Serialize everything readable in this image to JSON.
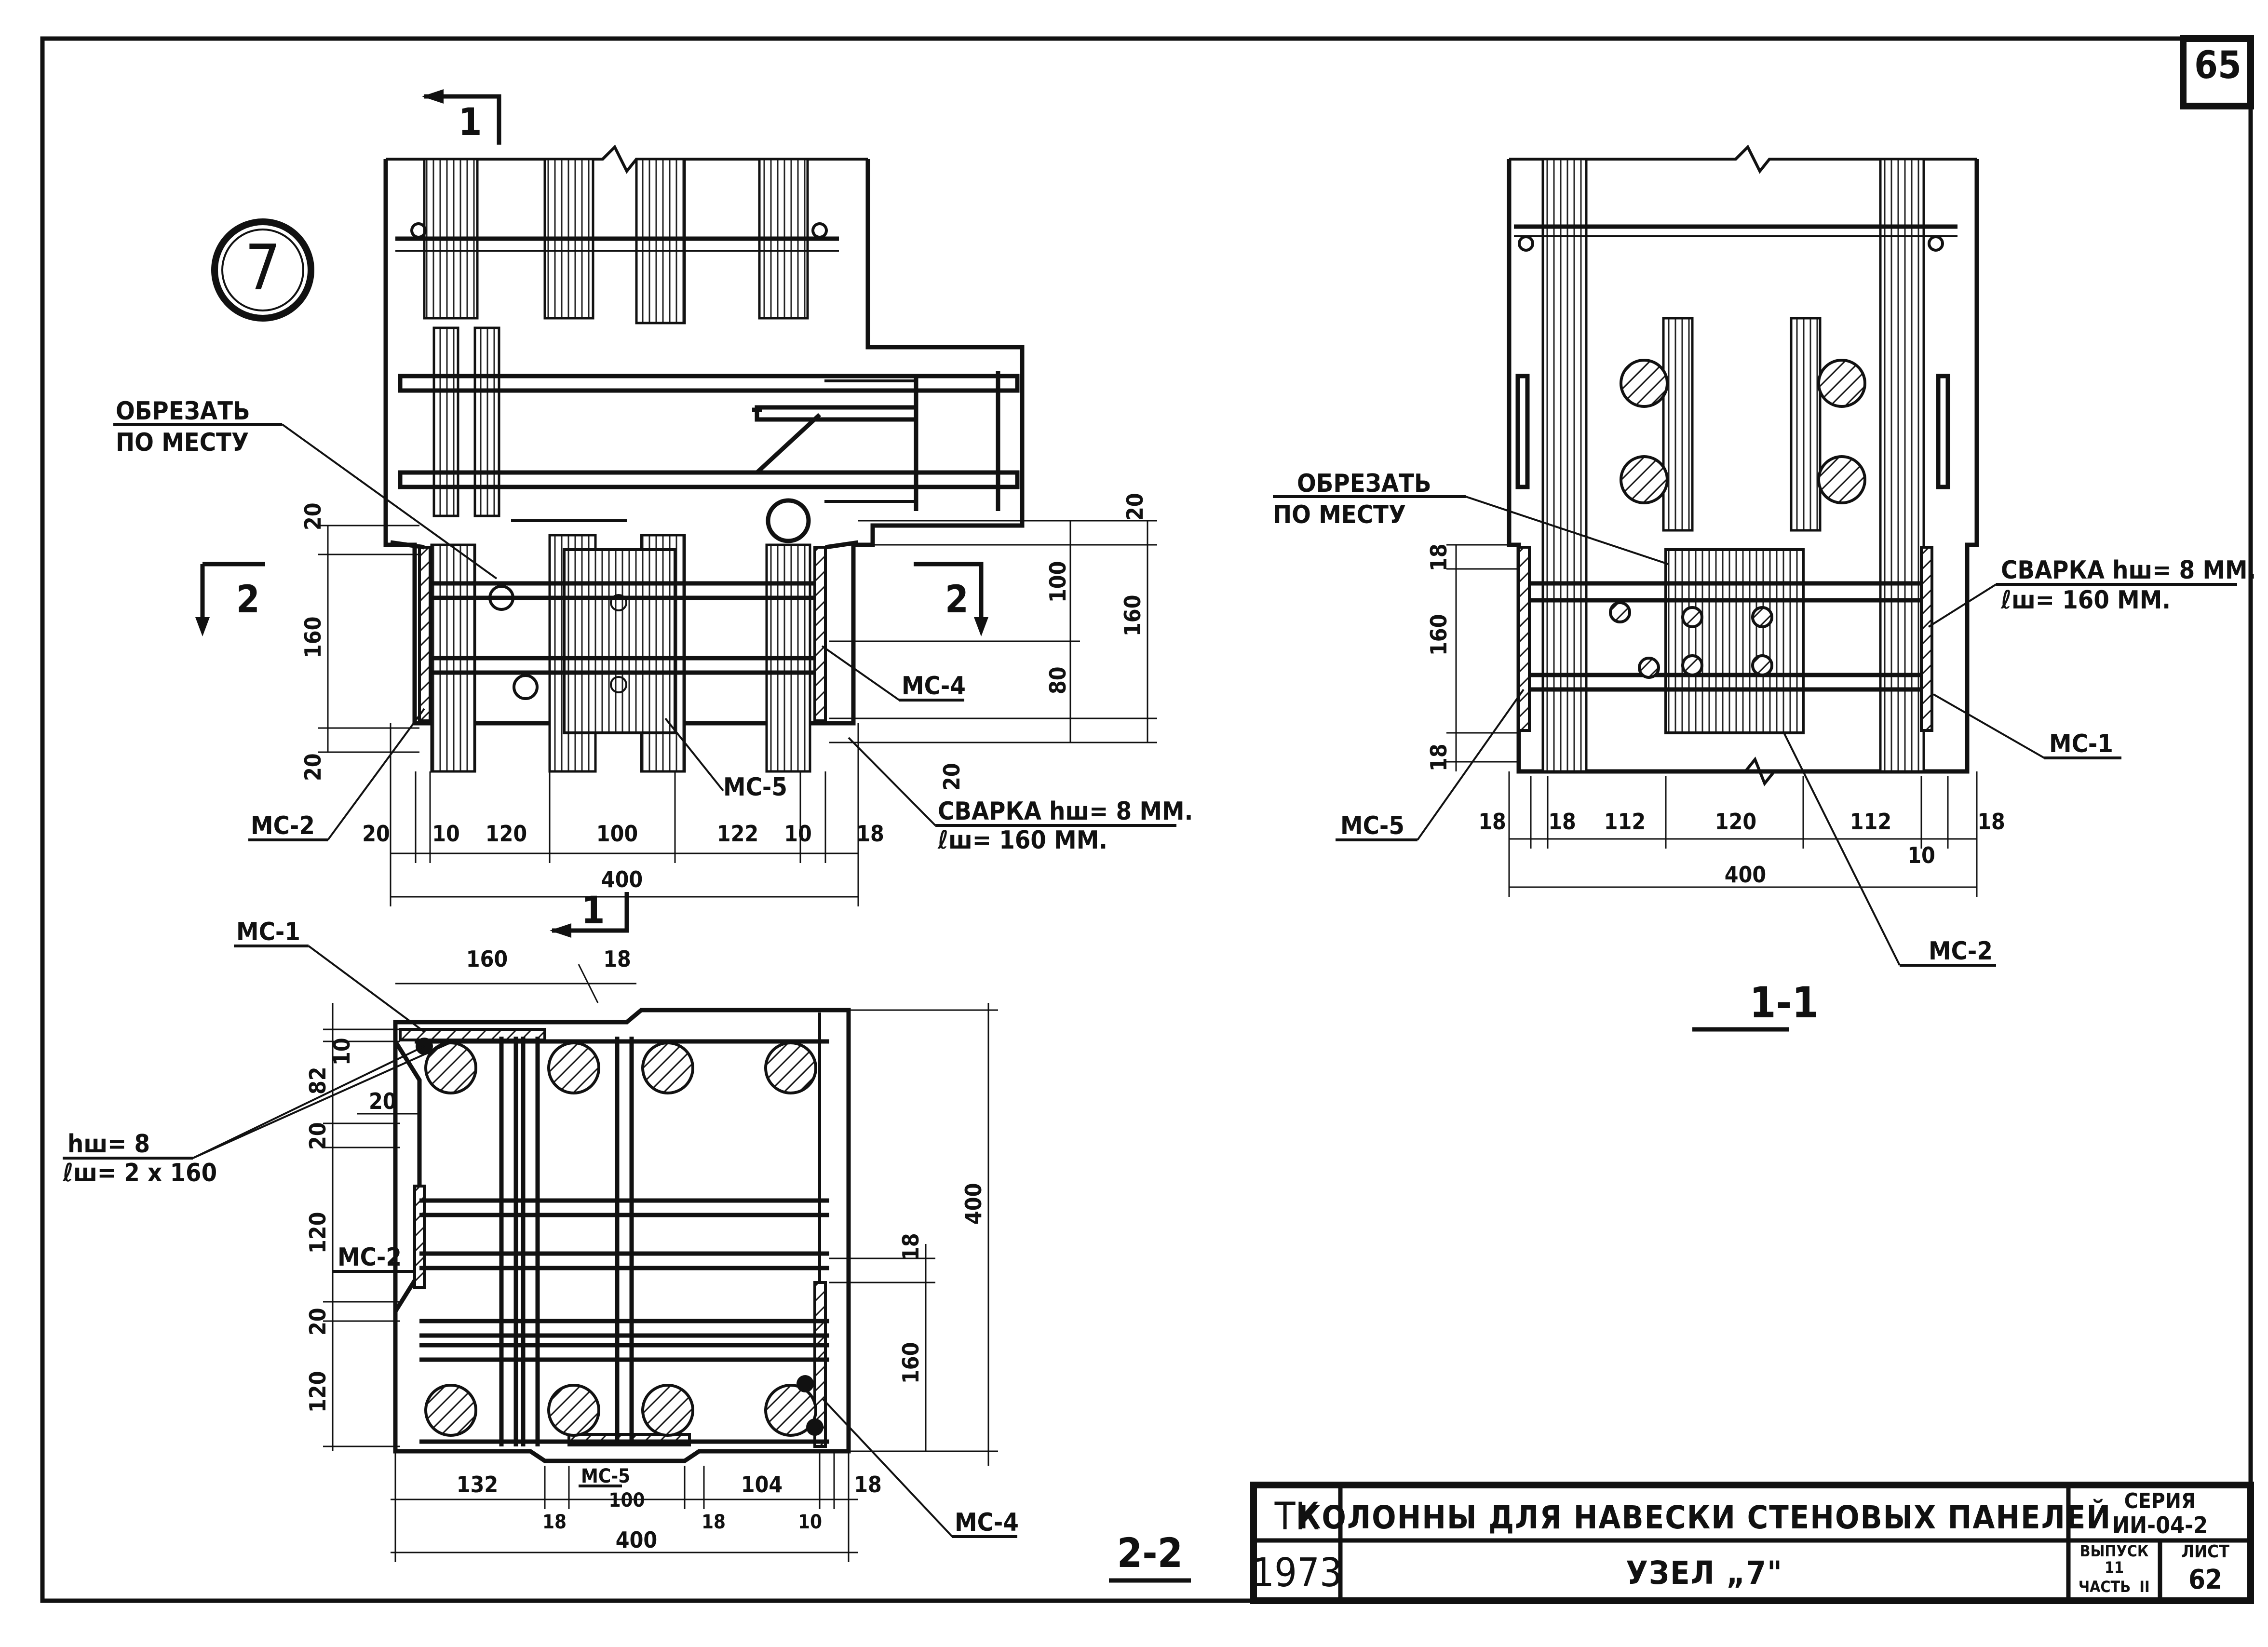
{
  "sheet": {
    "page_number": "65",
    "node_marker": "7"
  },
  "views": {
    "elevation": {
      "section_mark_top": "1",
      "section_mark_bottom": "1",
      "section_mark_left": "2",
      "section_mark_right": "2",
      "note_cut_line1": "ОБРЕЗАТЬ",
      "note_cut_line2": "ПО МЕСТУ",
      "label_ms2": "МС-2",
      "label_ms4": "МС-4",
      "label_ms5": "МС-5",
      "weld_line1": "СВАРКА hш= 8 ММ.",
      "weld_line2": "ℓш= 160 ММ.",
      "dims_left": [
        "20",
        "160",
        "20"
      ],
      "dims_right_inner": [
        "20",
        "100",
        "80",
        "20"
      ],
      "dim_right_outer": "160",
      "dims_bottom": [
        "20",
        "10",
        "120",
        "100",
        "122",
        "10",
        "18"
      ],
      "dim_total": "400"
    },
    "section_1_1": {
      "title": "1-1",
      "note_cut_line1": "ОБРЕЗАТЬ",
      "note_cut_line2": "ПО МЕСТУ",
      "weld_line1": "СВАРКА hш= 8 ММ.",
      "weld_line2": "ℓш= 160 ММ.",
      "label_ms1": "МС-1",
      "label_ms2": "МС-2",
      "label_ms5": "МС-5",
      "dims_left": [
        "18",
        "160",
        "18"
      ],
      "dims_bottom": [
        "18",
        "18",
        "112",
        "120",
        "112",
        "10",
        "18"
      ],
      "dim_total": "400"
    },
    "section_2_2": {
      "title": "2-2",
      "label_ms1": "МС-1",
      "label_ms2": "МС-2",
      "label_ms4": "МС-4",
      "label_ms5": "МС-5",
      "weld_line1": "hш= 8",
      "weld_line2": "ℓш= 2 х 160",
      "dims_top": [
        "160",
        "18"
      ],
      "dims_left": [
        "10",
        "82",
        "20",
        "120",
        "20",
        "120"
      ],
      "dim_left_inner": "20",
      "dims_right": [
        "18",
        "160"
      ],
      "dim_right_total": "400",
      "dims_bottom": [
        "132",
        "18",
        "100",
        "18",
        "104",
        "10",
        "18"
      ],
      "dim_total": "400"
    }
  },
  "title_block": {
    "org": "ТК",
    "year": "1973",
    "title": "КОЛОННЫ ДЛЯ НАВЕСКИ СТЕНОВЫХ ПАНЕЛЕЙ",
    "subtitle": "УЗЕЛ „7\"",
    "series_label": "СЕРИЯ",
    "series_value": "ИИ-04-2",
    "issue_label": "ВЫПУСК",
    "issue_value": "11",
    "part_label": "ЧАСТЬ",
    "part_value": "II",
    "sheet_label": "ЛИСТ",
    "sheet_value": "62"
  }
}
